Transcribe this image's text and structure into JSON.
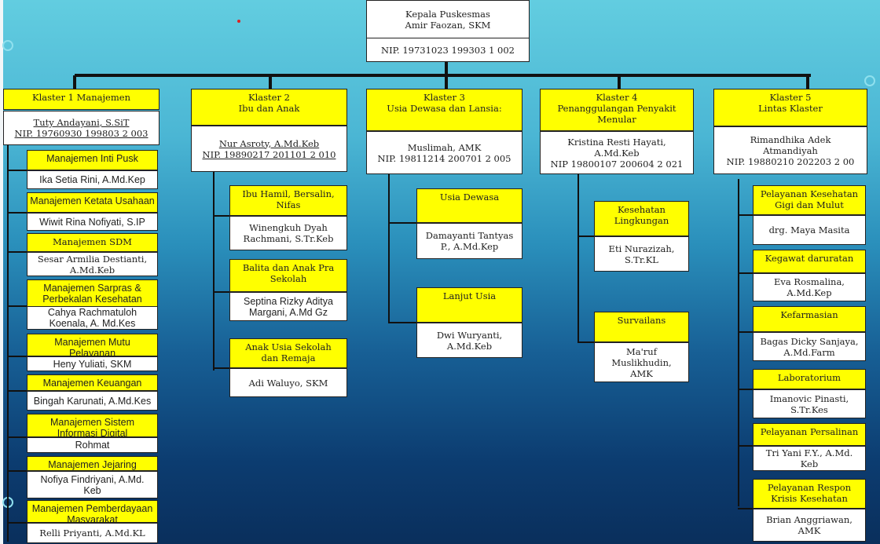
{
  "head": {
    "title": "Kepala Puskesmas",
    "name": "Amir Faozan, SKM",
    "nip": "NIP. 19731023 199303 1 002"
  },
  "klasters": [
    {
      "title": "Klaster 1 Manajemen",
      "person": "Tuty Andayani, S.SiT\nNIP. 19760930 199803 2 003",
      "units": [
        {
          "title": "Manajemen Inti Pusk",
          "person": "Ika Setia Rini, A.Md.Kep"
        },
        {
          "title": "Manajemen Ketata Usahaan",
          "person": "Wiwit Rina Nofiyati, S.IP"
        },
        {
          "title": "Manajemen SDM",
          "person": "Sesar Armilia Destianti,\nA.Md.Keb"
        },
        {
          "title": "Manajemen Sarpras &\nPerbekalan Kesehatan",
          "person": "Cahya Rachmatuloh\nKoenala, A. Md.Kes"
        },
        {
          "title": "Manajemen Mutu\nPelayanan",
          "person": "Heny Yuliati, SKM"
        },
        {
          "title": "Manajemen Keuangan",
          "person": "Bingah Karunati, A.Md.Kes"
        },
        {
          "title": "Manajemen Sistem\nInformasi Digital",
          "person": "Rohmat"
        },
        {
          "title": "Manajemen Jejaring",
          "person": "Nofiya Findriyani, A.Md.\nKeb"
        },
        {
          "title": "Manajemen Pemberdayaan\nMasyarakat",
          "person": "Relli Priyanti, A.Md.KL"
        }
      ]
    },
    {
      "title": "Klaster 2\nIbu dan Anak",
      "person": "Nur Asroty, A.Md.Keb\nNIP. 19890217 201101 2 010",
      "units": [
        {
          "title": "Ibu Hamil, Bersalin,\nNifas",
          "person": "Winengkuh Dyah\nRachmani, S.Tr.Keb"
        },
        {
          "title": "Balita dan Anak Pra\nSekolah",
          "person": "Septina Rizky Aditya\nMargani, A.Md Gz"
        },
        {
          "title": "Anak Usia Sekolah\ndan Remaja",
          "person": "Adi Waluyo, SKM"
        }
      ]
    },
    {
      "title": "Klaster 3\nUsia Dewasa dan Lansia:",
      "person": "Muslimah, AMK\nNIP. 19811214 200701 2 005",
      "units": [
        {
          "title": "Usia Dewasa",
          "person": "Damayanti Tantyas\nP., A.Md.Kep"
        },
        {
          "title": "Lanjut Usia",
          "person": "Dwi Wuryanti,\nA.Md.Keb"
        }
      ]
    },
    {
      "title": "Klaster 4\nPenanggulangan Penyakit\nMenular",
      "person": "Kristina Resti Hayati,\nA.Md.Keb\nNIP 19800107 200604 2 021",
      "units": [
        {
          "title": "Kesehatan\nLingkungan",
          "person": "Eti Nurazizah,\nS.Tr.KL"
        },
        {
          "title": "Survailans",
          "person": "Ma'ruf\nMuslikhudin,\nAMK"
        }
      ]
    },
    {
      "title": "Klaster 5\nLintas Klaster",
      "person": "Rimandhika Adek\nAtmandiyah\nNIP. 19880210 202203 2 00",
      "units": [
        {
          "title": "Pelayanan Kesehatan\nGigi dan Mulut",
          "person": "drg. Maya Masita"
        },
        {
          "title": "Kegawat daruratan",
          "person": "Eva Rosmalina,\nA.Md.Kep"
        },
        {
          "title": "Kefarmasian",
          "person": "Bagas Dicky Sanjaya,\nA.Md.Farm"
        },
        {
          "title": "Laboratorium",
          "person": "Imanovic Pinasti,\nS.Tr.Kes"
        },
        {
          "title": "Pelayanan Persalinan",
          "person": "Tri Yani F.Y., A.Md.\nKeb"
        },
        {
          "title": "Pelayanan Respon\nKrisis Kesehatan",
          "person": "Brian Anggriawan, AMK"
        }
      ]
    }
  ]
}
